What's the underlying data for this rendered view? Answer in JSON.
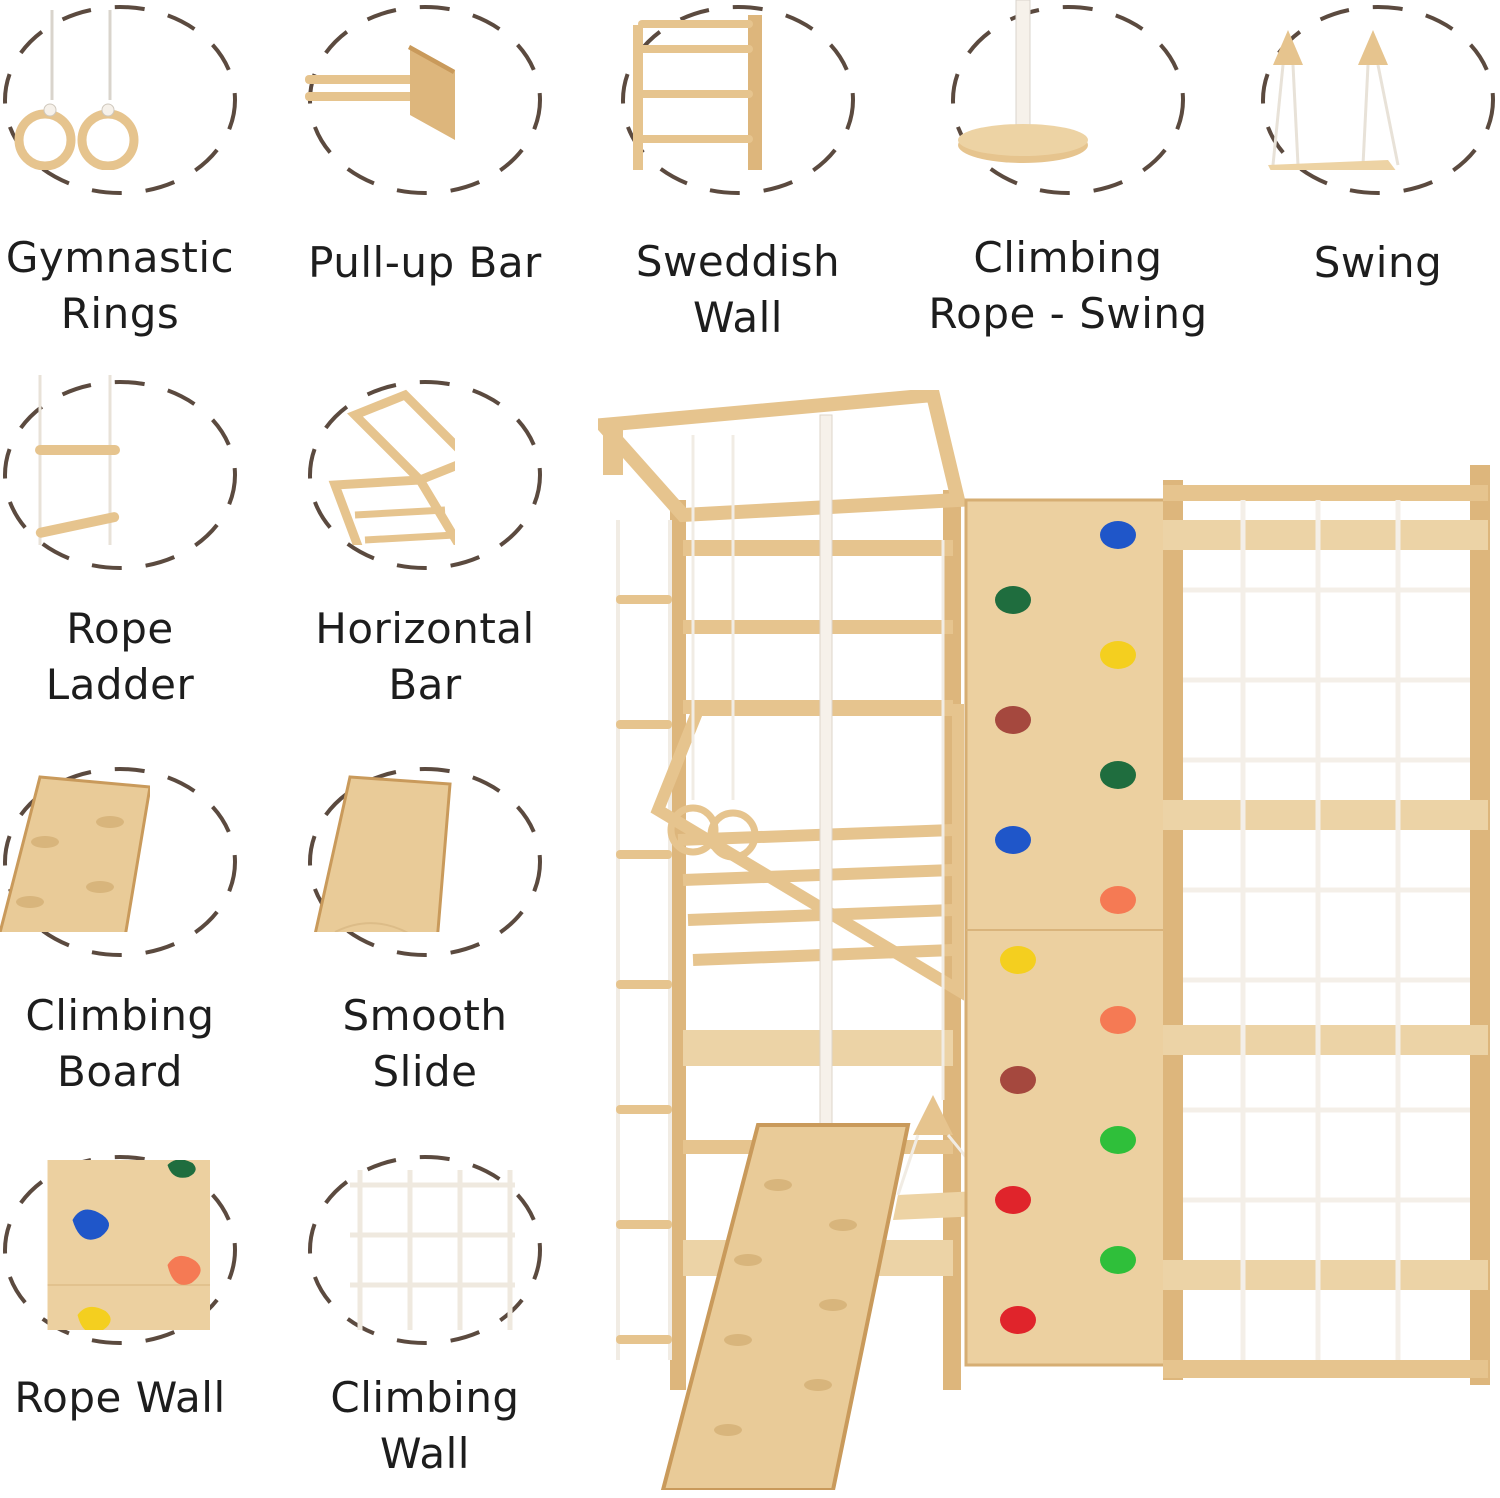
{
  "features": [
    {
      "id": "gymnastic-rings",
      "lines": [
        "Gymnastic",
        "Rings"
      ],
      "icon": "gymnastic-rings-icon"
    },
    {
      "id": "pull-up-bar",
      "lines": [
        "Pull-up Bar"
      ],
      "icon": "pull-up-bar-icon"
    },
    {
      "id": "sweddish-wall",
      "lines": [
        "Sweddish",
        "Wall"
      ],
      "icon": "swedish-wall-icon"
    },
    {
      "id": "climbing-rope-swing",
      "lines": [
        "Climbing",
        "Rope - Swing"
      ],
      "icon": "rope-swing-icon"
    },
    {
      "id": "swing",
      "lines": [
        "Swing"
      ],
      "icon": "swing-icon"
    },
    {
      "id": "rope-ladder",
      "lines": [
        "Rope",
        "Ladder"
      ],
      "icon": "rope-ladder-icon"
    },
    {
      "id": "horizontal-bar",
      "lines": [
        "Horizontal",
        "Bar"
      ],
      "icon": "horizontal-bar-icon"
    },
    {
      "id": "climbing-board",
      "lines": [
        "Climbing",
        "Board"
      ],
      "icon": "climbing-board-icon"
    },
    {
      "id": "smooth-slide",
      "lines": [
        "Smooth",
        "Slide"
      ],
      "icon": "smooth-slide-icon"
    },
    {
      "id": "rope-wall",
      "lines": [
        "Rope Wall"
      ],
      "icon": "climbing-holds-icon"
    },
    {
      "id": "climbing-wall",
      "lines": [
        "Climbing",
        "Wall"
      ],
      "icon": "rope-net-icon"
    }
  ],
  "colors": {
    "wood": "#e6c48e",
    "wood_dark": "#c99a5b",
    "wood_light": "#f1dcb4",
    "ring_dash": "#5b4a3f",
    "rope": "#f6f1ea",
    "text": "#1d1d1d"
  }
}
